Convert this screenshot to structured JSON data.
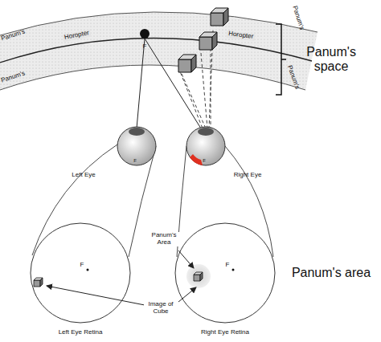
{
  "diagram": {
    "labels": [
      "Panum's",
      "Panum's",
      "Horopter",
      "F",
      "Horopter",
      "Panum's",
      "Panum's",
      "Panum's space",
      "Left Eye",
      "Right Eye",
      "F",
      "F",
      "F",
      "F",
      "Panum's Area",
      "Image of Cube",
      "Left Eye Retina",
      "Right Eye Retina",
      "Panum's area"
    ]
  }
}
